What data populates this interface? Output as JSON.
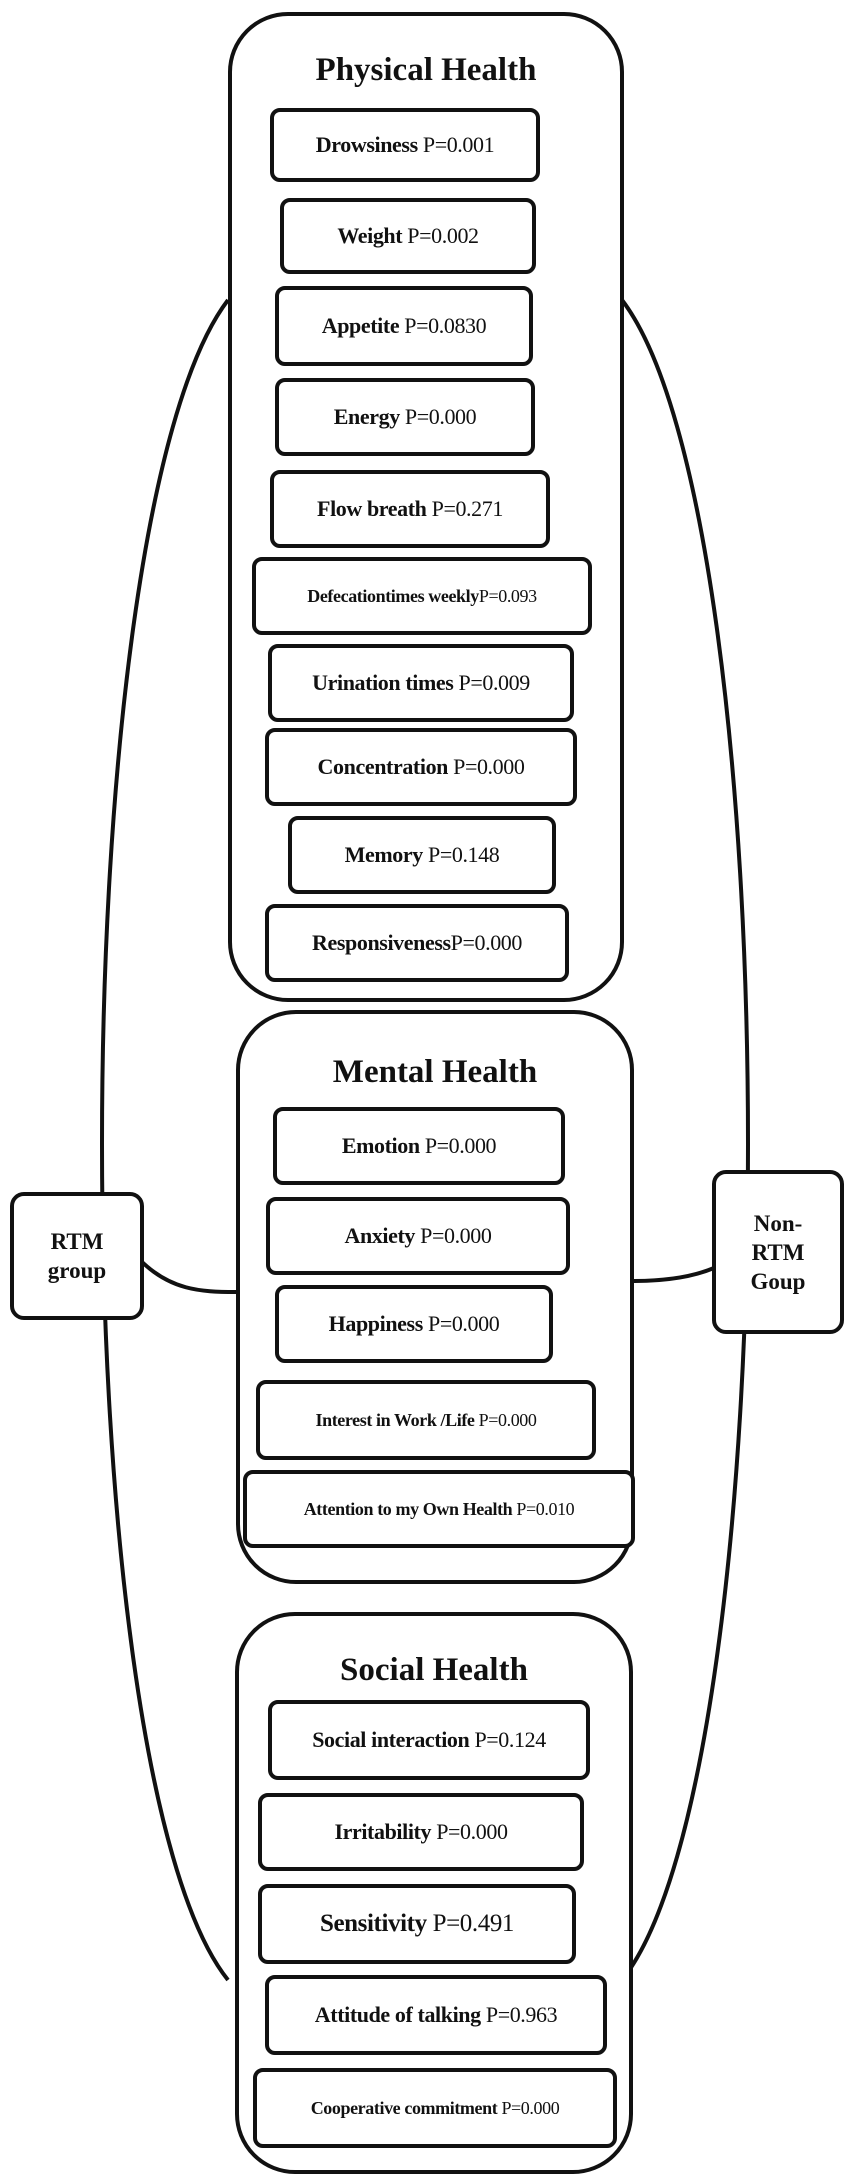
{
  "groups": {
    "left": [
      "RTM",
      "group"
    ],
    "right": [
      "Non-",
      "RTM",
      "Goup"
    ]
  },
  "sections": [
    {
      "title": "Physical Health",
      "items": [
        {
          "label": "Drowsiness",
          "p": "P=0.001"
        },
        {
          "label": "Weight",
          "p": "P=0.002"
        },
        {
          "label": "Appetite",
          "p": "P=0.0830"
        },
        {
          "label": "Energy",
          "p": "P=0.000"
        },
        {
          "label": "Flow breath",
          "p": "P=0.271"
        },
        {
          "label": "Defecationtimes weekly",
          "p": "P=0.093"
        },
        {
          "label": "Urination times",
          "p": "P=0.009"
        },
        {
          "label": "Concentration",
          "p": "P=0.000"
        },
        {
          "label": "Memory",
          "p": "P=0.148"
        },
        {
          "label": "Responsiveness",
          "p": "P=0.000"
        }
      ]
    },
    {
      "title": "Mental Health",
      "items": [
        {
          "label": "Emotion",
          "p": "P=0.000"
        },
        {
          "label": "Anxiety",
          "p": "P=0.000"
        },
        {
          "label": "Happiness",
          "p": "P=0.000"
        },
        {
          "label": "Interest in Work /Life",
          "p": "P=0.000"
        },
        {
          "label": "Attention to my Own Health",
          "p": "P=0.010"
        }
      ]
    },
    {
      "title": "Social Health",
      "items": [
        {
          "label": "Social interaction",
          "p": "P=0.124"
        },
        {
          "label": "Irritability",
          "p": "P=0.000"
        },
        {
          "label": "Sensitivity",
          "p": "P=0.491"
        },
        {
          "label": "Attitude of talking",
          "p": "P=0.963"
        },
        {
          "label": "Cooperative commitment",
          "p": "P=0.000"
        }
      ]
    }
  ]
}
